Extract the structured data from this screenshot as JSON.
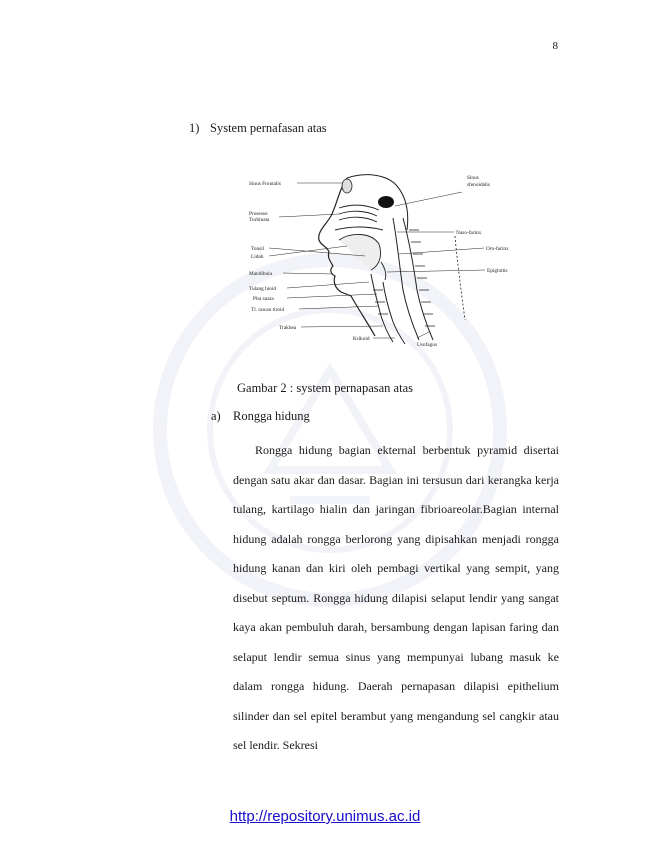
{
  "page": {
    "number": "8"
  },
  "section": {
    "number": "1)",
    "title": "System pernafasan atas"
  },
  "figure": {
    "caption": "Gambar 2 : system pernapasan atas",
    "labels": {
      "sinus_frontalis": "Sinus Frontalis",
      "prosesus_turbinata_1": "Prosesus",
      "prosesus_turbinata_2": "Turbinata",
      "tonsil": "Tonsil",
      "lidah": "Lidah",
      "mandibula": "Mandibula",
      "tulang_hioid": "Tulang hioid",
      "pita_suara": "Pita suara",
      "tl_rawan_tiroid": "Tl. rawan tiroid",
      "trakhea": "Trakhea",
      "krikoid": "Krikoid",
      "usofagus": "Usofagus",
      "sinus_sfenoidalis_1": "Sinus",
      "sinus_sfenoidalis_2": "sfenoidalis",
      "naso_farinx": "Naso-farinx",
      "oro_farinx": "Oro-farinx",
      "epiglottis": "Epiglottis"
    }
  },
  "subsection": {
    "number": "a)",
    "title": "Rongga hidung"
  },
  "paragraph": "Rongga hidung bagian ekternal berbentuk pyramid disertai dengan satu akar dan dasar. Bagian ini tersusun dari kerangka kerja tulang, kartilago hialin dan jaringan fibrioareolar.Bagian internal hidung adalah rongga berlorong yang dipisahkan menjadi rongga hidung kanan dan kiri oleh pembagi vertikal yang sempit, yang disebut septum. Rongga hidung dilapisi selaput lendir yang sangat kaya akan pembuluh darah, bersambung dengan lapisan faring dan selaput lendir semua sinus yang mempunyai lubang masuk ke dalam rongga hidung. Daerah pernapasan dilapisi epithelium silinder dan sel epitel berambut yang mengandung sel cangkir atau sel lendir. Sekresi",
  "footer": {
    "link_text": "http://repository.unimus.ac.id"
  },
  "colors": {
    "text": "#1a1a1a",
    "link": "#1a0dcc",
    "watermark": "#8aa0c8"
  }
}
